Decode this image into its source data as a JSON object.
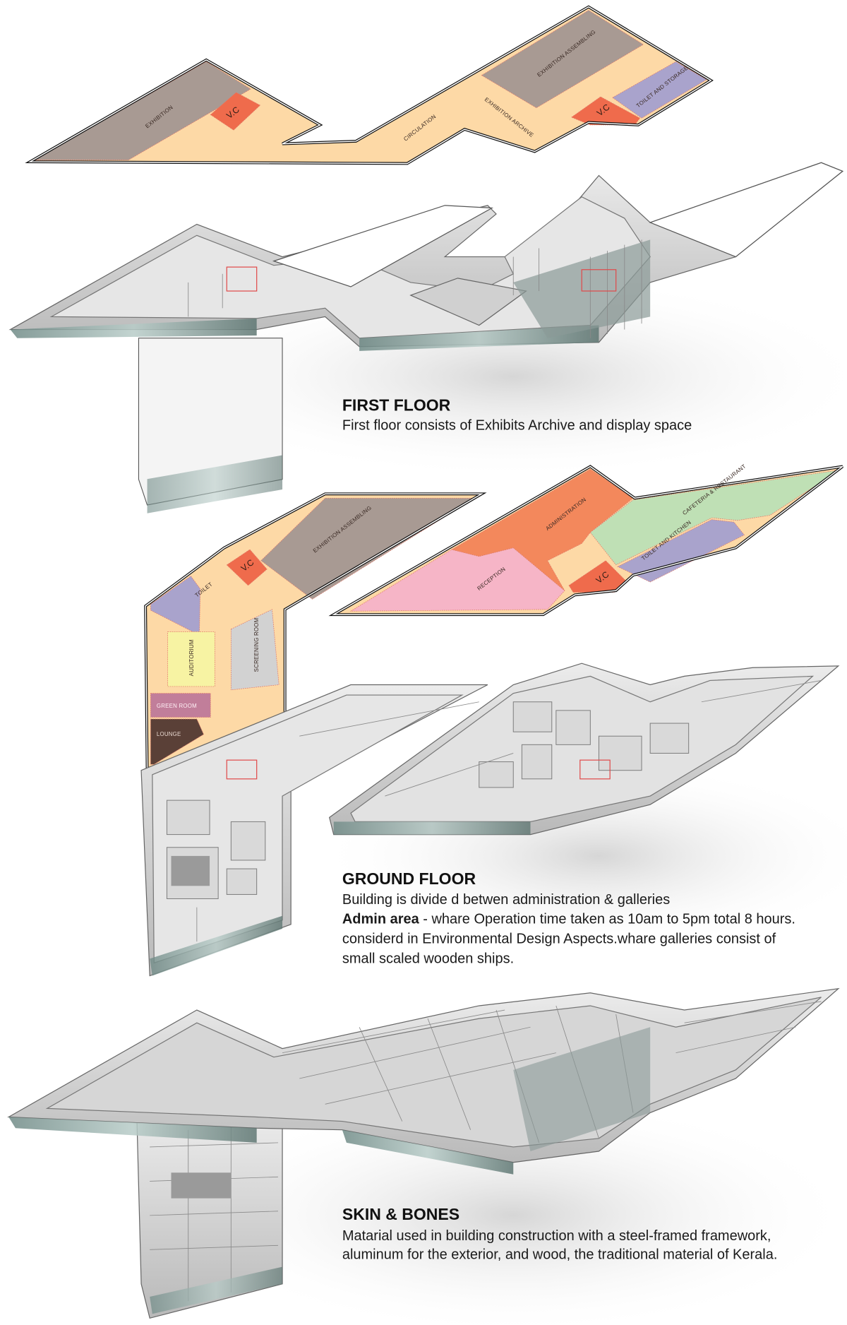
{
  "first_floor": {
    "title": "FIRST FLOOR",
    "description": "First floor consists of Exhibits Archive and  display space",
    "zones": {
      "exhibition": "EXHIBITION",
      "vc_left": "V.C",
      "circulation": "CIRCULATION",
      "exhibition_archive": "EXHIBITION ARCHIVE",
      "exhibition_assembling": "EXHIBITION ASSEMBLING",
      "vc_right": "V.C",
      "toilet_storage": "TOILET AND STORAGE"
    }
  },
  "ground_floor": {
    "title": "GROUND FLOOR",
    "line1": "Building is divide d betwen administration & galleries",
    "line2_bold": "Admin area",
    "line2_rest": " - whare Operation time taken as 10am to  5pm total 8 hours.",
    "line3": "considerd in Environmental Design Aspects.whare galleries consist of",
    "line4": "small scaled wooden ships.",
    "zones": {
      "exhibition_assembling": "EXHIBITION ASSEMBLING",
      "vc_left": "V.C",
      "toilet": "TOILET",
      "auditorium": "AUDITORIUM",
      "screening_room": "SCREENING ROOM",
      "green_room": "GREEN ROOM",
      "lounge": "LOUNGE",
      "administration": "ADMINISTRATION",
      "cafeteria": "CAFETERIA & RESTAURANT",
      "reception": "RECEPTION",
      "toilet_kitchen": "TOILET AND KITCHEN",
      "vc_right": "V.C"
    }
  },
  "skin_bones": {
    "title": "SKIN & BONES",
    "line1": "Matarial used in  building construction with a steel-framed framework,",
    "line2": "aluminum for the exterior, and wood, the traditional material of Kerala."
  },
  "colors": {
    "exhibition": "#a89a93",
    "circulation": "#fdd9a6",
    "vc": "#ef6b4c",
    "toilet": "#a9a3cc",
    "administration": "#f3885c",
    "cafeteria": "#bfe0b5",
    "reception": "#f6b5c7",
    "auditorium": "#f7f3a3",
    "screening": "#d2d2d2",
    "green_room": "#c17e9a",
    "lounge": "#5a4037"
  }
}
